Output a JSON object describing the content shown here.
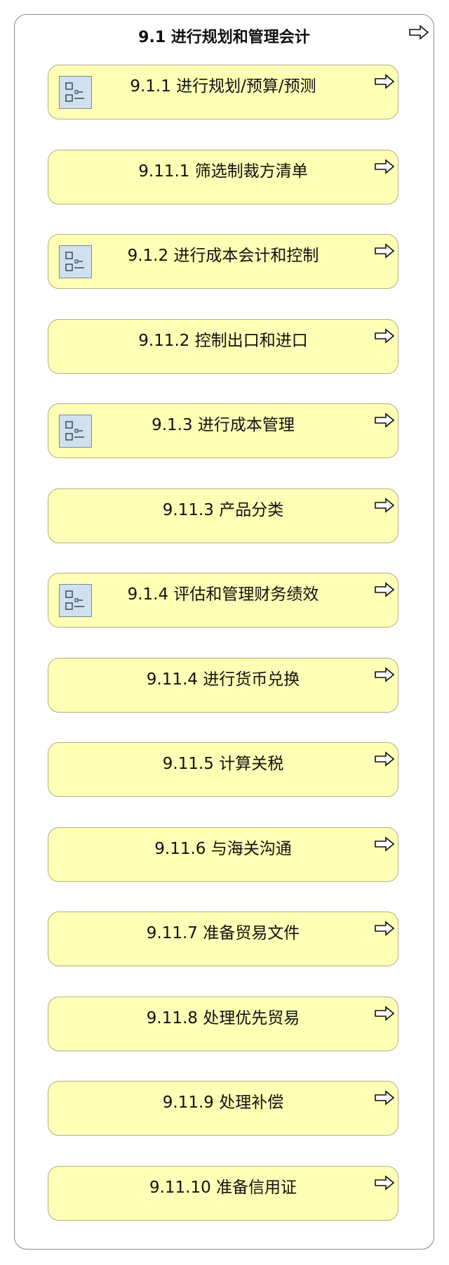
{
  "container": {
    "title": "9.1 进行规划和管理会计"
  },
  "processes": [
    {
      "label": "9.1.1 进行规划/预算/预测",
      "has_subprocess_icon": true
    },
    {
      "label": "9.11.1 筛选制裁方清单",
      "has_subprocess_icon": false
    },
    {
      "label": "9.1.2 进行成本会计和控制",
      "has_subprocess_icon": true
    },
    {
      "label": "9.11.2 控制出口和进口",
      "has_subprocess_icon": false
    },
    {
      "label": "9.1.3 进行成本管理",
      "has_subprocess_icon": true
    },
    {
      "label": "9.11.3 产品分类",
      "has_subprocess_icon": false
    },
    {
      "label": "9.1.4 评估和管理财务绩效",
      "has_subprocess_icon": true
    },
    {
      "label": "9.11.4 进行货币兑换",
      "has_subprocess_icon": false
    },
    {
      "label": "9.11.5 计算关税",
      "has_subprocess_icon": false
    },
    {
      "label": "9.11.6 与海关沟通",
      "has_subprocess_icon": false
    },
    {
      "label": "9.11.7 准备贸易文件",
      "has_subprocess_icon": false
    },
    {
      "label": "9.11.8 处理优先贸易",
      "has_subprocess_icon": false
    },
    {
      "label": "9.11.9 处理补偿",
      "has_subprocess_icon": false
    },
    {
      "label": "9.11.10 准备信用证",
      "has_subprocess_icon": false
    }
  ],
  "icons": {
    "process_arrow": "process-arrow-icon",
    "subprocess": "subprocess-icon"
  },
  "colors": {
    "process_fill": "#ffffb5",
    "process_border": "#b3b080",
    "subprocess_icon_fill": "#cfe1ee",
    "frame_border": "#8a8a8a"
  }
}
